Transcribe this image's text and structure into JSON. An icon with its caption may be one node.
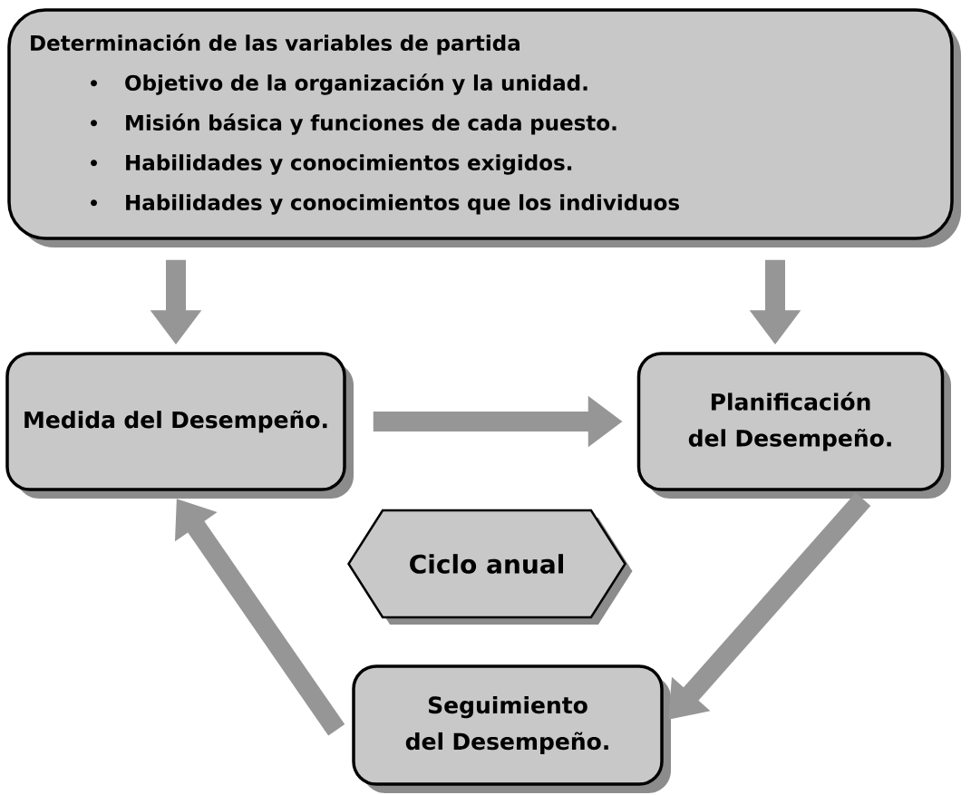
{
  "diagram": {
    "nodes": [
      {
        "text": [
          "Determinación de las variables de partida",
          "Objetivo de la organización y la unidad.",
          "Misión básica y funciones de cada puesto.",
          "Habilidades y conocimientos exigidos.",
          "Habilidades y conocimientos que los individuos"
        ]
      },
      {
        "text": [
          "Medida del Desempeño."
        ]
      },
      {
        "text": [
          "Planificación del Desempeño."
        ]
      },
      {
        "text": [
          "Ciclo anual"
        ]
      },
      {
        "text": [
          "Seguimiento del Desempeño."
        ]
      }
    ],
    "edges": [
      {
        "from": 0,
        "to": 1,
        "arrow": "to"
      },
      {
        "from": 0,
        "to": 2,
        "arrow": "to"
      },
      {
        "from": 1,
        "to": 2,
        "arrow": "to"
      },
      {
        "from": 2,
        "to": 4,
        "arrow": "to"
      },
      {
        "from": 4,
        "to": 1,
        "arrow": "to"
      }
    ]
  }
}
